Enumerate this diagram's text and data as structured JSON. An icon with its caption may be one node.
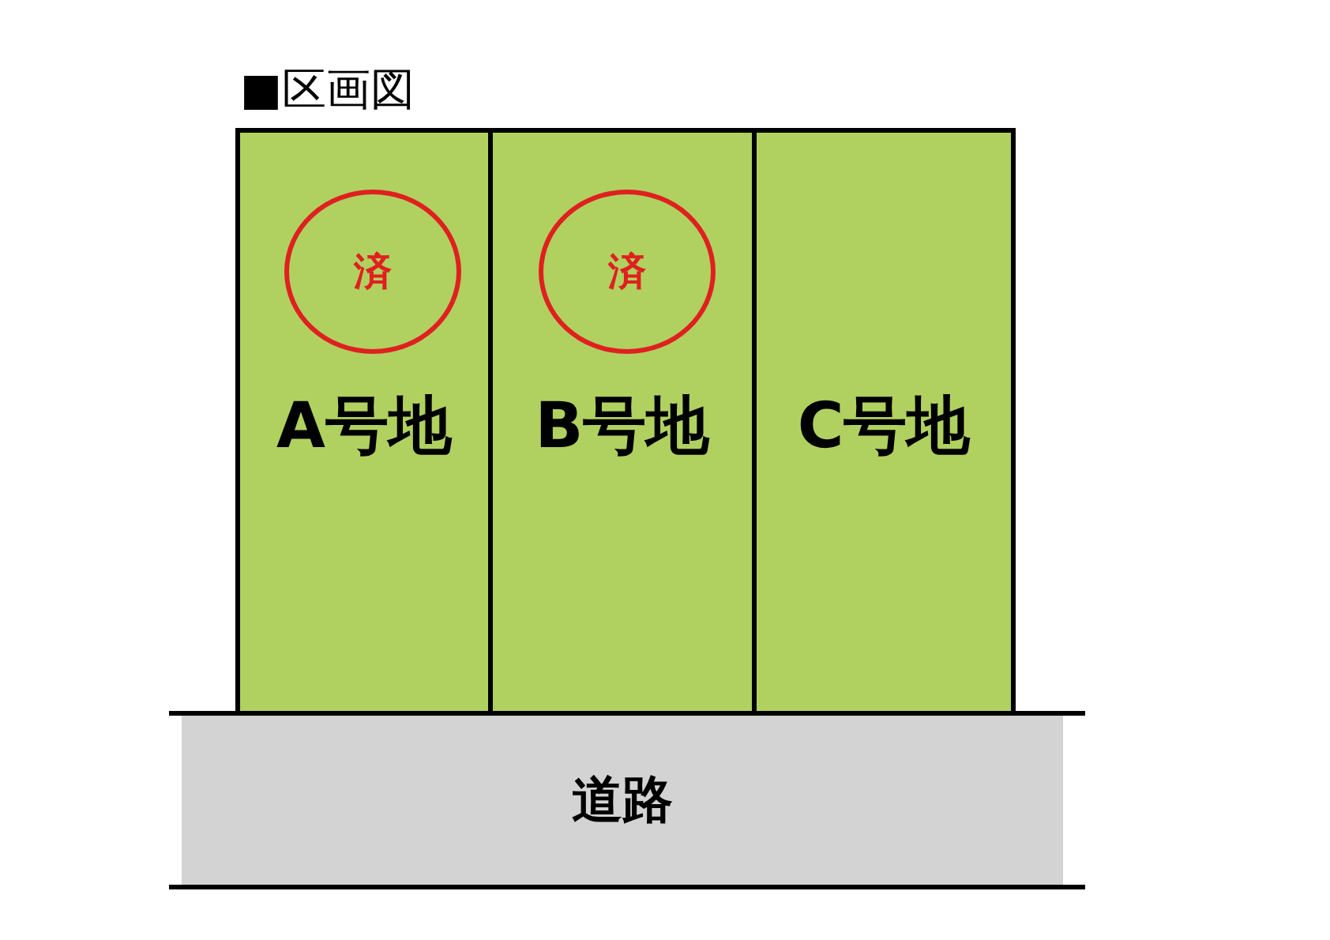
{
  "diagram": {
    "title": "■区画図",
    "nodes": [
      {
        "text": [
          "A号地"
        ]
      },
      {
        "text": [
          "済"
        ],
        "in": 0
      },
      {
        "text": [
          "B号地"
        ]
      },
      {
        "text": [
          "済"
        ],
        "in": 2
      },
      {
        "text": [
          "C号地"
        ]
      },
      {
        "text": [
          "道路"
        ]
      }
    ]
  }
}
